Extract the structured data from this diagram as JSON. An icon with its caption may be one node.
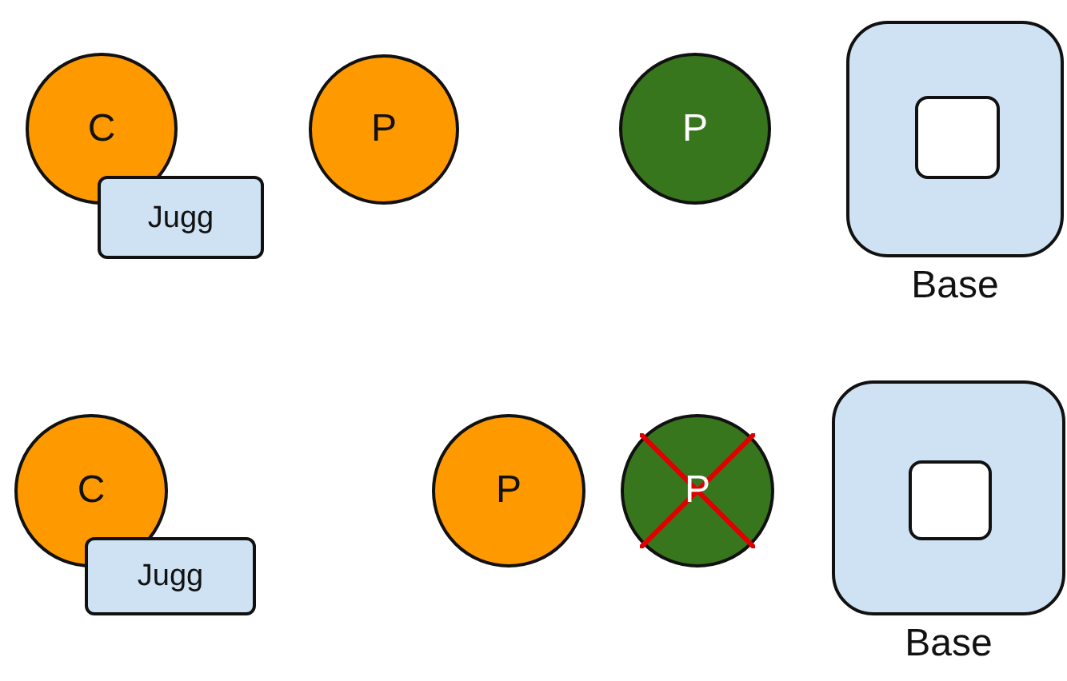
{
  "diagram": {
    "nodes": [
      {
        "text": [
          "C"
        ]
      },
      {
        "text": [
          "Jugg"
        ]
      },
      {
        "text": [
          "P"
        ]
      },
      {
        "text": [
          "P"
        ]
      },
      {
        "text": [
          "Base"
        ]
      },
      {
        "text": [],
        "shape": "box",
        "in": 4
      },
      {
        "text": [
          "C"
        ]
      },
      {
        "text": [
          "Jugg"
        ]
      },
      {
        "text": [
          "P"
        ]
      },
      {
        "text": [
          "P"
        ]
      },
      {
        "text": [
          "Base"
        ]
      },
      {
        "text": [],
        "shape": "box",
        "in": 10
      }
    ]
  }
}
